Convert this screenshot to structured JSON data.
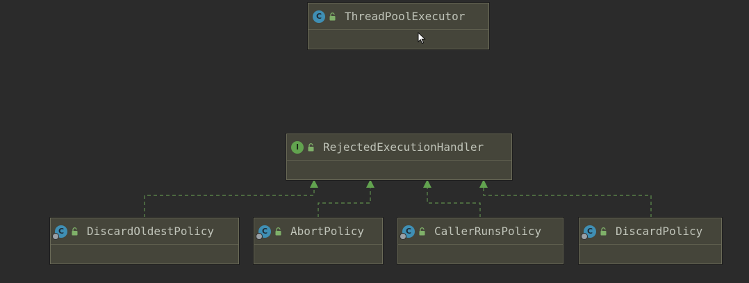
{
  "diagram": {
    "nodes": {
      "thread_pool_executor": {
        "title": "ThreadPoolExecutor",
        "kind": "class",
        "icon": "class-icon",
        "kind_letter": "C"
      },
      "rejected_execution_handler": {
        "title": "RejectedExecutionHandler",
        "kind": "interface",
        "icon": "interface-icon",
        "kind_letter": "I"
      },
      "discard_oldest_policy": {
        "title": "DiscardOldestPolicy",
        "kind": "class",
        "icon": "class-icon",
        "kind_letter": "C"
      },
      "abort_policy": {
        "title": "AbortPolicy",
        "kind": "class",
        "icon": "class-icon",
        "kind_letter": "C"
      },
      "caller_runs_policy": {
        "title": "CallerRunsPolicy",
        "kind": "class",
        "icon": "class-icon",
        "kind_letter": "C"
      },
      "discard_policy": {
        "title": "DiscardPolicy",
        "kind": "class",
        "icon": "class-icon",
        "kind_letter": "C"
      }
    },
    "edges": [
      {
        "from": "discard_oldest_policy",
        "to": "rejected_execution_handler",
        "type": "implements"
      },
      {
        "from": "abort_policy",
        "to": "rejected_execution_handler",
        "type": "implements"
      },
      {
        "from": "caller_runs_policy",
        "to": "rejected_execution_handler",
        "type": "implements"
      },
      {
        "from": "discard_policy",
        "to": "rejected_execution_handler",
        "type": "implements"
      }
    ]
  },
  "colors": {
    "background": "#2b2b2b",
    "node_fill": "#45453a",
    "node_border": "#6a6a58",
    "class_icon": "#3f8fb4",
    "interface_icon": "#62a34f",
    "edge": "#5f8f4e",
    "title_text": "#bfc3b8"
  }
}
